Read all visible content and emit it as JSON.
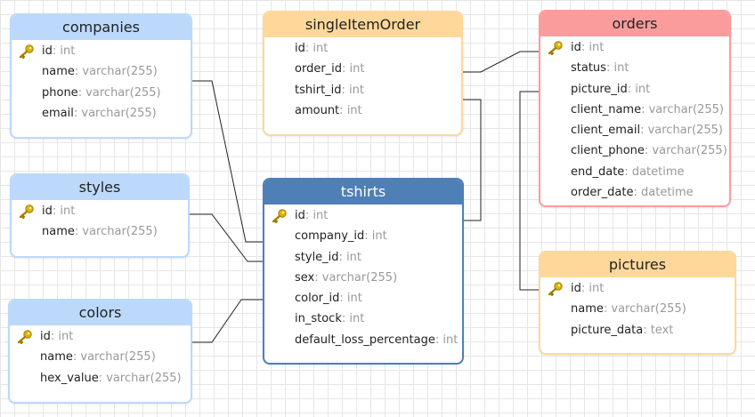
{
  "tables": {
    "companies": {
      "title": "companies",
      "fields": [
        {
          "name": "id",
          "type": "int",
          "pk": true
        },
        {
          "name": "name",
          "type": "varchar(255)"
        },
        {
          "name": "phone",
          "type": "varchar(255)"
        },
        {
          "name": "email",
          "type": "varchar(255)"
        }
      ]
    },
    "styles": {
      "title": "styles",
      "fields": [
        {
          "name": "id",
          "type": "int",
          "pk": true
        },
        {
          "name": "name",
          "type": "varchar(255)"
        }
      ]
    },
    "colors": {
      "title": "colors",
      "fields": [
        {
          "name": "id",
          "type": "int",
          "pk": true
        },
        {
          "name": "name",
          "type": "varchar(255)"
        },
        {
          "name": "hex_value",
          "type": "varchar(255)"
        }
      ]
    },
    "singleItemOrder": {
      "title": "singleItemOrder",
      "fields": [
        {
          "name": "id",
          "type": "int"
        },
        {
          "name": "order_id",
          "type": "int"
        },
        {
          "name": "tshirt_id",
          "type": "int"
        },
        {
          "name": "amount",
          "type": "int"
        }
      ]
    },
    "tshirts": {
      "title": "tshirts",
      "fields": [
        {
          "name": "id",
          "type": "int",
          "pk": true
        },
        {
          "name": "company_id",
          "type": "int"
        },
        {
          "name": "style_id",
          "type": "int"
        },
        {
          "name": "sex",
          "type": "varchar(255)"
        },
        {
          "name": "color_id",
          "type": "int"
        },
        {
          "name": "in_stock",
          "type": "int"
        },
        {
          "name": "default_loss_percentage",
          "type": "int"
        }
      ]
    },
    "orders": {
      "title": "orders",
      "fields": [
        {
          "name": "id",
          "type": "int",
          "pk": true
        },
        {
          "name": "status",
          "type": "int"
        },
        {
          "name": "picture_id",
          "type": "int"
        },
        {
          "name": "client_name",
          "type": "varchar(255)"
        },
        {
          "name": "client_email",
          "type": "varchar(255)"
        },
        {
          "name": "client_phone",
          "type": "varchar(255)"
        },
        {
          "name": "end_date",
          "type": "datetime"
        },
        {
          "name": "order_date",
          "type": "datetime"
        }
      ]
    },
    "pictures": {
      "title": "pictures",
      "fields": [
        {
          "name": "id",
          "type": "int",
          "pk": true
        },
        {
          "name": "name",
          "type": "varchar(255)"
        },
        {
          "name": "picture_data",
          "type": "text"
        }
      ]
    }
  },
  "colors": {
    "blue_header": "#bcd9fb",
    "orange_header": "#fdd89a",
    "red_header": "#fb9c9c",
    "dark_blue_header": "#4f7fb7",
    "key_icon": "#e0b400",
    "type_text": "#999999",
    "grid": "#e6e6e6"
  },
  "icons": {
    "primary_key": "key-icon"
  }
}
